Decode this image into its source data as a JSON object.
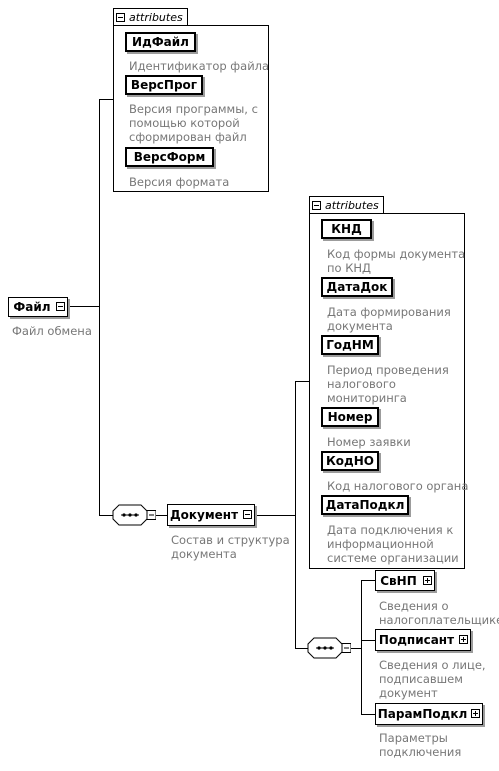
{
  "root": {
    "name": "Файл",
    "desc": "Файл обмена"
  },
  "file_attributes": {
    "tab_label": "attributes",
    "items": [
      {
        "name": "ИдФайл",
        "desc": "Идентификатор файла"
      },
      {
        "name": "ВерсПрог",
        "desc": "Версия программы, с\nпомощью которой\nсформирован файл"
      },
      {
        "name": "ВерсФорм",
        "desc": "Версия формата"
      }
    ]
  },
  "document": {
    "name": "Документ",
    "desc": "Состав и структура\nдокумента"
  },
  "document_attributes": {
    "tab_label": "attributes",
    "items": [
      {
        "name": "КНД",
        "desc": "Код формы документа\nпо КНД"
      },
      {
        "name": "ДатаДок",
        "desc": "Дата формирования\nдокумента"
      },
      {
        "name": "ГодНМ",
        "desc": "Период проведения\nналогового\nмониторинга"
      },
      {
        "name": "Номер",
        "desc": "Номер заявки"
      },
      {
        "name": "КодНО",
        "desc": "Код налогового органа"
      },
      {
        "name": "ДатаПодкл",
        "desc": "Дата подключения к\nинформационной\nсистеме организации"
      }
    ]
  },
  "document_children": [
    {
      "name": "СвНП",
      "desc": "Сведения о\nналогоплательщике"
    },
    {
      "name": "Подписант",
      "desc": "Сведения о лице,\nподписавшем\nдокумент"
    },
    {
      "name": "ПарамПодкл",
      "desc": "Параметры\nподключения"
    }
  ]
}
